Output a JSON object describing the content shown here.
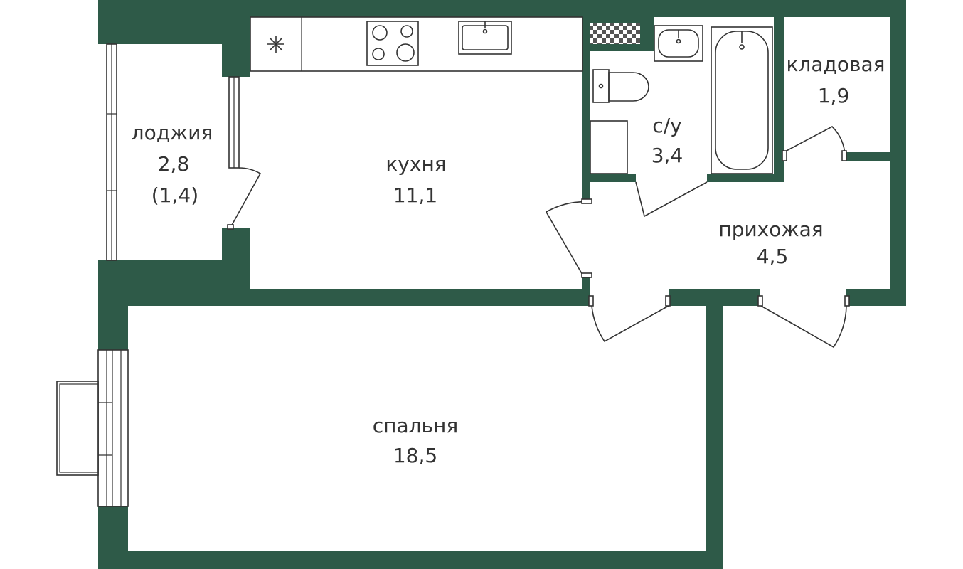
{
  "rooms": {
    "loggia": {
      "name": "лоджия",
      "area": "2,8",
      "area_extra": "(1,4)"
    },
    "kitchen": {
      "name": "кухня",
      "area": "11,1"
    },
    "bathroom": {
      "name": "с/у",
      "area": "3,4"
    },
    "storage": {
      "name": "кладовая",
      "area": "1,9"
    },
    "hallway": {
      "name": "прихожая",
      "area": "4,5"
    },
    "bedroom": {
      "name": "спальня",
      "area": "18,5"
    }
  },
  "colors": {
    "wall": "#2e5a48",
    "line": "#333333",
    "background": "#ffffff"
  },
  "icons": {
    "fan": "asterisk-icon",
    "stove": "stove-icon",
    "kitchen_sink": "sink-icon",
    "bath_sink": "washbasin-icon",
    "toilet": "toilet-icon",
    "bathtub": "bathtub-icon",
    "ventilation": "ventilation-shaft-icon"
  }
}
